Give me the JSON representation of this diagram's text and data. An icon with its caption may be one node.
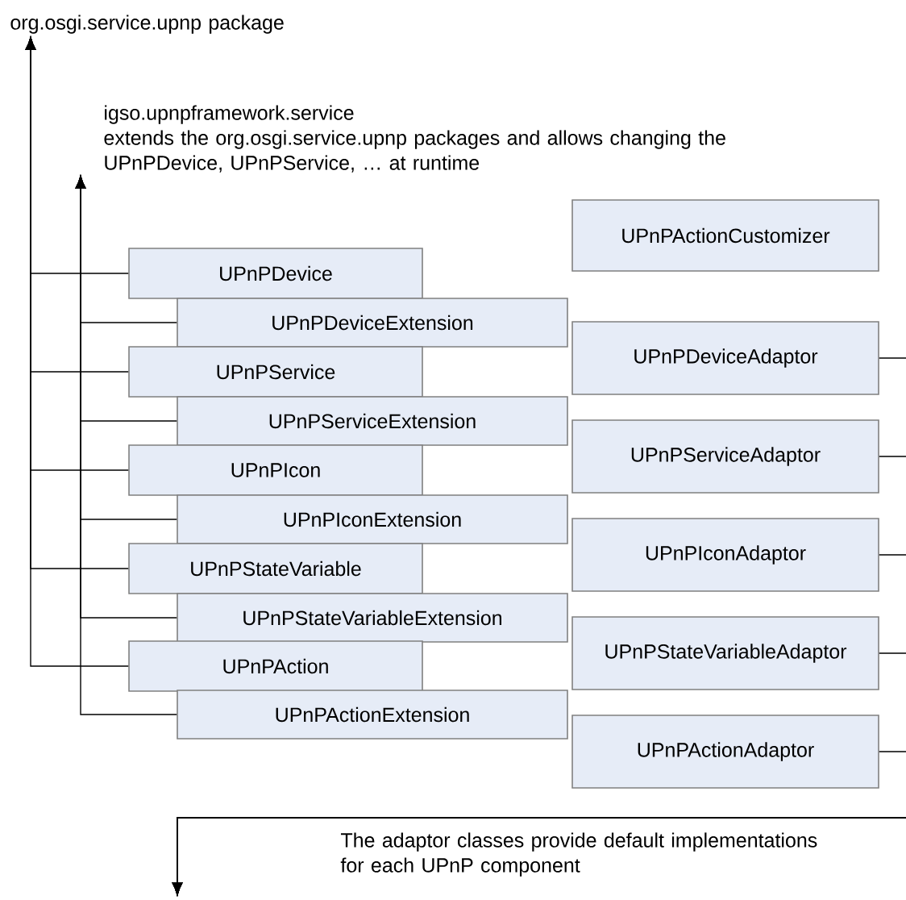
{
  "diagram": {
    "nodes": [
      {
        "text": [
          "org.osgi.service.upnp package"
        ]
      },
      {
        "text": [
          "igso.upnpframework.service",
          "extends the org.osgi.service.upnp packages and allows changing the UPnPDevice, UPnPService, … at runtime"
        ]
      },
      {
        "text": [
          "UPnPActionCustomizer"
        ]
      },
      {
        "text": [
          "UPnPDevice"
        ]
      },
      {
        "text": [
          "UPnPDeviceExtension"
        ]
      },
      {
        "text": [
          "UPnPService"
        ]
      },
      {
        "text": [
          "UPnPServiceExtension"
        ]
      },
      {
        "text": [
          "UPnPIcon"
        ]
      },
      {
        "text": [
          "UPnPIconExtension"
        ]
      },
      {
        "text": [
          "UPnPStateVariable"
        ]
      },
      {
        "text": [
          "UPnPStateVariableExtension"
        ]
      },
      {
        "text": [
          "UPnPAction"
        ]
      },
      {
        "text": [
          "UPnPActionExtension"
        ]
      },
      {
        "text": [
          "UPnPDeviceAdaptor"
        ]
      },
      {
        "text": [
          "UPnPServiceAdaptor"
        ]
      },
      {
        "text": [
          "UPnPIconAdaptor"
        ]
      },
      {
        "text": [
          "UPnPStateVariableAdaptor"
        ]
      },
      {
        "text": [
          "UPnPActionAdaptor"
        ]
      }
    ],
    "edges": [
      {
        "from": 3,
        "to": 0,
        "arrow": "to"
      },
      {
        "from": 5,
        "to": 0,
        "arrow": "to"
      },
      {
        "from": 7,
        "to": 0,
        "arrow": "to"
      },
      {
        "from": 9,
        "to": 0,
        "arrow": "to"
      },
      {
        "from": 11,
        "to": 0,
        "arrow": "to"
      },
      {
        "from": 4,
        "to": 1,
        "arrow": "to"
      },
      {
        "from": 6,
        "to": 1,
        "arrow": "to"
      },
      {
        "from": 8,
        "to": 1,
        "arrow": "to"
      },
      {
        "from": 10,
        "to": 1,
        "arrow": "to"
      },
      {
        "from": 12,
        "to": 1,
        "arrow": "to"
      },
      {
        "from": 13,
        "to": null,
        "arrow": "to"
      },
      {
        "from": 14,
        "to": null,
        "arrow": "to"
      },
      {
        "from": 15,
        "to": null,
        "arrow": "to"
      },
      {
        "from": 16,
        "to": null,
        "arrow": "to"
      },
      {
        "from": 17,
        "to": null,
        "arrow": "to"
      }
    ],
    "labels": [
      "The adaptor classes provide default implementations for each UPnP component"
    ]
  }
}
